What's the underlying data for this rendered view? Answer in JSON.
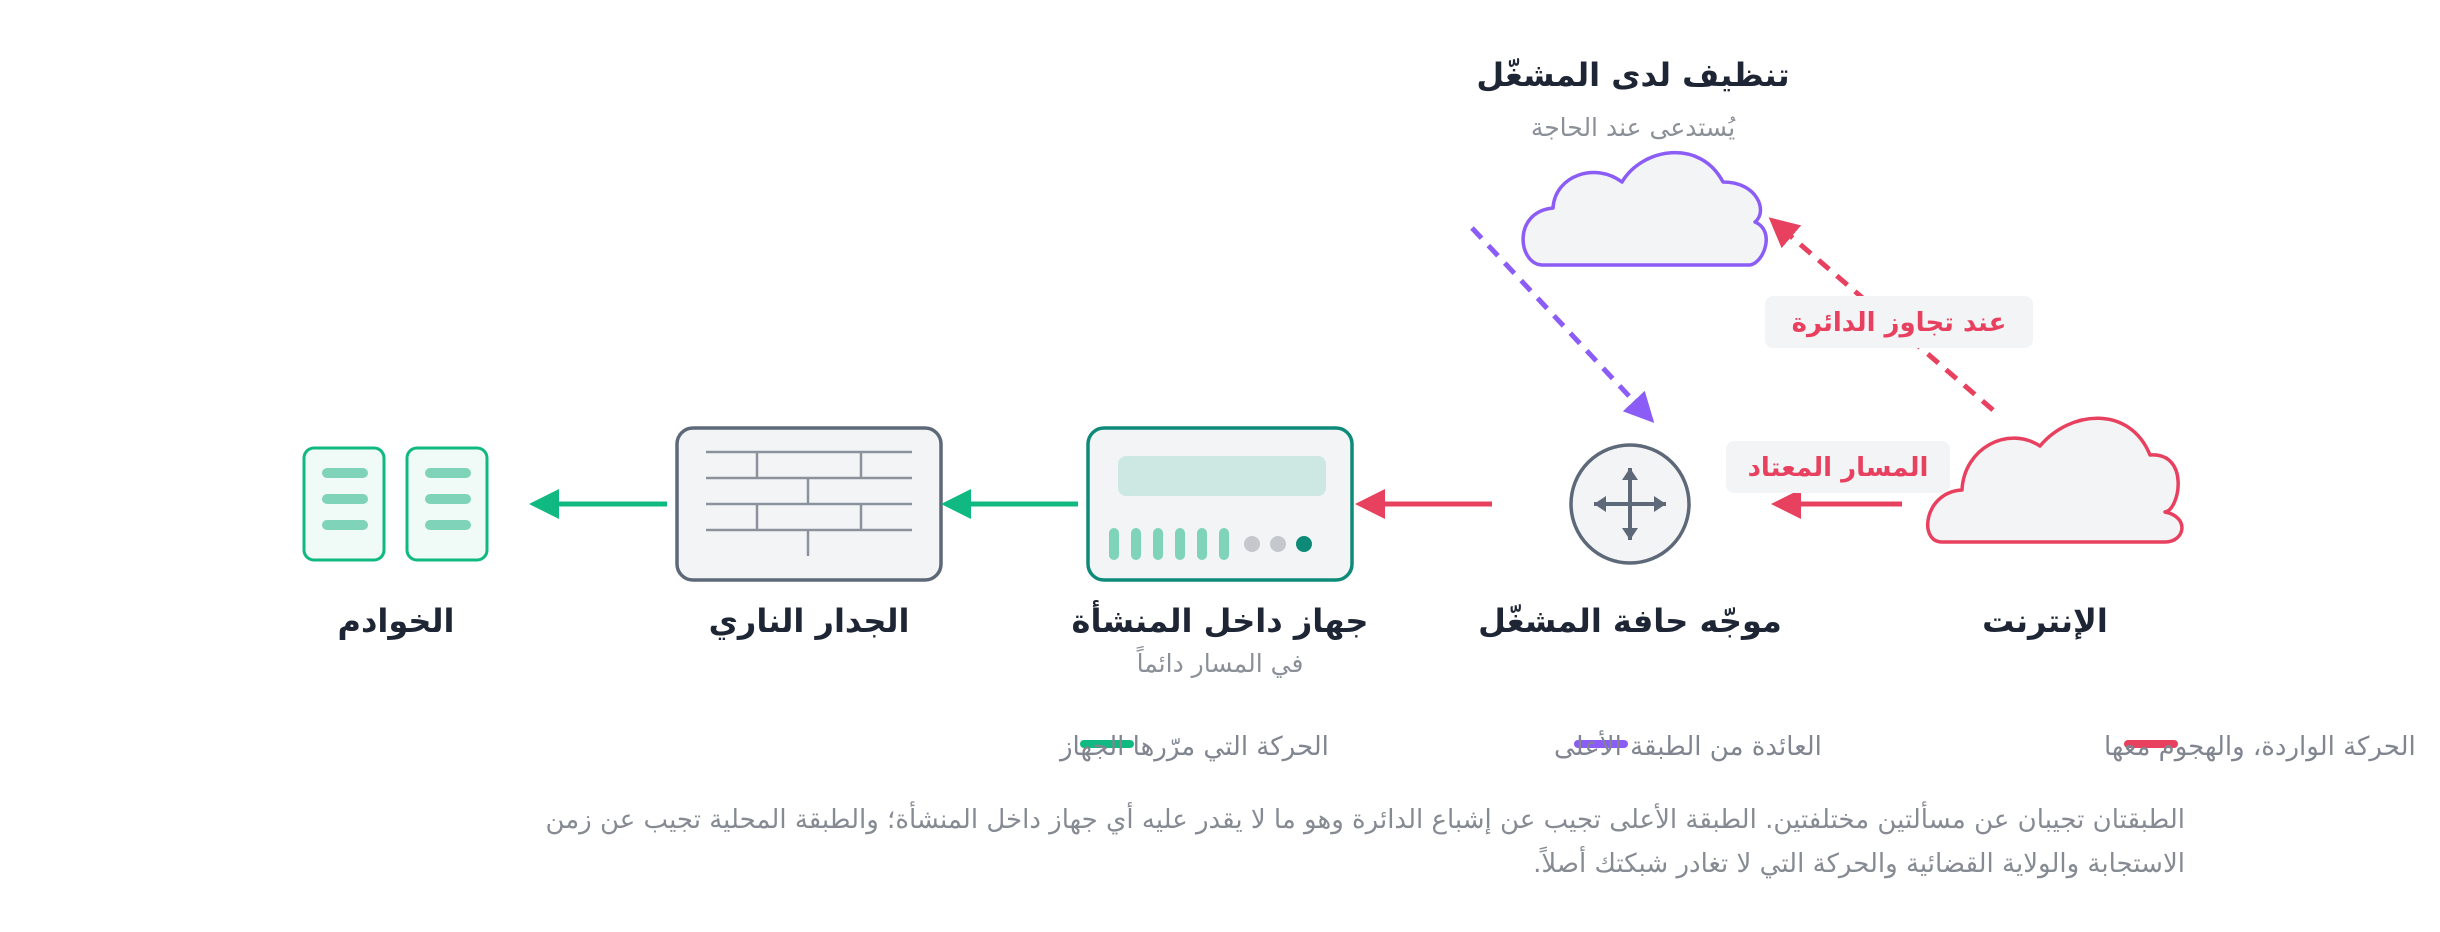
{
  "nodes": {
    "internet": {
      "label": "الإنترنت"
    },
    "edge_router": {
      "label": "موجّه حافة المشغّل"
    },
    "onprem_device": {
      "label": "جهاز داخل المنشأة",
      "sublabel": "في المسار دائماً"
    },
    "firewall": {
      "label": "الجدار الناري"
    },
    "servers": {
      "label": "الخوادم"
    },
    "scrubbing": {
      "label": "تنظيف لدى المشغّل",
      "sublabel": "يُستدعى عند الحاجة"
    }
  },
  "edge_labels": {
    "normal_path": "المسار المعتاد",
    "circuit_exceeded": "عند تجاوز الدائرة"
  },
  "legend": [
    {
      "label": "الحركة الواردة، والهجوم معها",
      "color": "#e8405f"
    },
    {
      "label": "العائدة من الطبقة الأعلى",
      "color": "#8b5cf6"
    },
    {
      "label": "الحركة التي مرّرها الجهاز",
      "color": "#10b981"
    }
  ],
  "caption": "الطبقتان تجيبان عن مسألتين مختلفتين. الطبقة الأعلى تجيب عن إشباع الدائرة وهو ما لا يقدر عليه أي جهاز داخل المنشأة؛ والطبقة المحلية تجيب عن زمن الاستجابة والولاية القضائية والحركة التي لا تغادر شبكتك أصلاً."
}
